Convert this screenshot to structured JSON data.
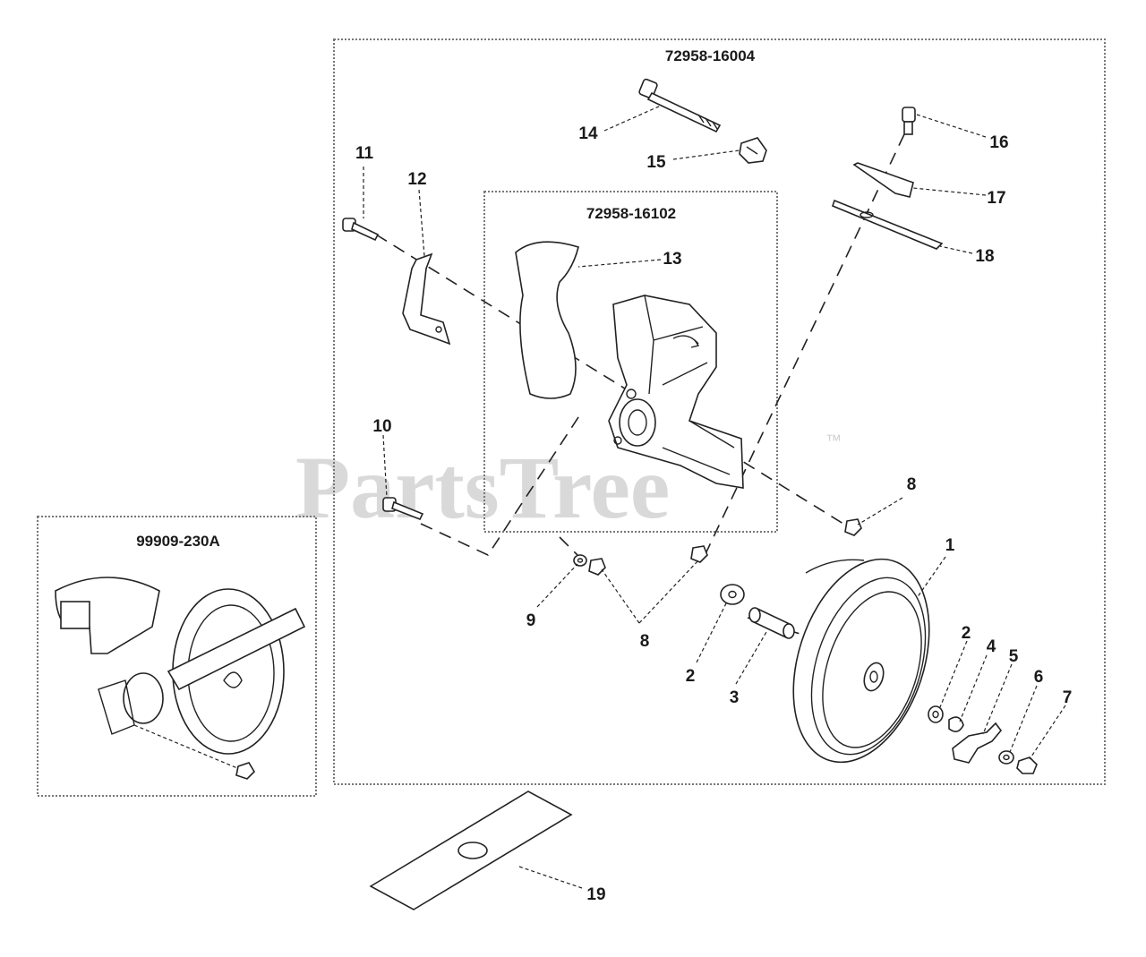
{
  "watermark": {
    "text": "PartsTree",
    "mark": "™"
  },
  "kits": [
    {
      "id": "kit-main",
      "label": "72958-16004"
    },
    {
      "id": "kit-shield",
      "label": "72958-16102"
    },
    {
      "id": "kit-inset",
      "label": "99909-230A"
    }
  ],
  "callouts": [
    {
      "id": "c1",
      "text": "1"
    },
    {
      "id": "c2a",
      "text": "2"
    },
    {
      "id": "c2b",
      "text": "2"
    },
    {
      "id": "c3",
      "text": "3"
    },
    {
      "id": "c4",
      "text": "4"
    },
    {
      "id": "c5",
      "text": "5"
    },
    {
      "id": "c6",
      "text": "6"
    },
    {
      "id": "c7",
      "text": "7"
    },
    {
      "id": "c8a",
      "text": "8"
    },
    {
      "id": "c8b",
      "text": "8"
    },
    {
      "id": "c9",
      "text": "9"
    },
    {
      "id": "c10",
      "text": "10"
    },
    {
      "id": "c11",
      "text": "11"
    },
    {
      "id": "c12",
      "text": "12"
    },
    {
      "id": "c13",
      "text": "13"
    },
    {
      "id": "c14",
      "text": "14"
    },
    {
      "id": "c15",
      "text": "15"
    },
    {
      "id": "c16",
      "text": "16"
    },
    {
      "id": "c17",
      "text": "17"
    },
    {
      "id": "c18",
      "text": "18"
    },
    {
      "id": "c19",
      "text": "19"
    }
  ]
}
